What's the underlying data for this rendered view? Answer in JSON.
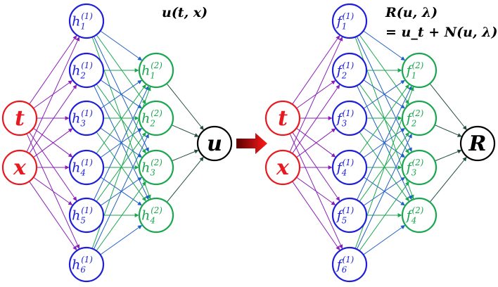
{
  "colors": {
    "input": "#e8191e",
    "hidden1": "#1f1fd9",
    "hidden2": "#1aa64f",
    "output": "#000000",
    "edge_in": "#8a1fb8",
    "edge_h": "#1f5fc4",
    "edge_h2": "#1aa64f",
    "edge_out": "#1f4f3a",
    "arrow_start": "#5a0000",
    "arrow_end": "#ff1a1a"
  },
  "left_network": {
    "equation": "u(t, x)",
    "inputs": [
      {
        "main": "t",
        "sub": "",
        "sup": ""
      },
      {
        "main": "x",
        "sub": "",
        "sup": ""
      }
    ],
    "hidden1": [
      {
        "main": "h",
        "sub": "1",
        "sup": "(1)"
      },
      {
        "main": "h",
        "sub": "2",
        "sup": "(1)"
      },
      {
        "main": "h",
        "sub": "3",
        "sup": "(1)"
      },
      {
        "main": "h",
        "sub": "4",
        "sup": "(1)"
      },
      {
        "main": "h",
        "sub": "5",
        "sup": "(1)"
      },
      {
        "main": "h",
        "sub": "6",
        "sup": "(1)"
      }
    ],
    "hidden2": [
      {
        "main": "h",
        "sub": "1",
        "sup": "(2)"
      },
      {
        "main": "h",
        "sub": "2",
        "sup": "(2)"
      },
      {
        "main": "h",
        "sub": "3",
        "sup": "(2)"
      },
      {
        "main": "h",
        "sub": "4",
        "sup": "(2)"
      }
    ],
    "output": {
      "main": "u",
      "sub": "",
      "sup": ""
    }
  },
  "right_network": {
    "equation_line1": "R(u, λ)",
    "equation_line2": "= u_t + N(u, λ)",
    "inputs": [
      {
        "main": "t",
        "sub": "",
        "sup": ""
      },
      {
        "main": "x",
        "sub": "",
        "sup": ""
      }
    ],
    "hidden1": [
      {
        "main": "f",
        "sub": "1",
        "sup": "(1)"
      },
      {
        "main": "f",
        "sub": "2",
        "sup": "(1)"
      },
      {
        "main": "f",
        "sub": "3",
        "sup": "(1)"
      },
      {
        "main": "f",
        "sub": "4",
        "sup": "(1)"
      },
      {
        "main": "f",
        "sub": "5",
        "sup": "(1)"
      },
      {
        "main": "f",
        "sub": "6",
        "sup": "(1)"
      }
    ],
    "hidden2": [
      {
        "main": "f",
        "sub": "1",
        "sup": "(2)"
      },
      {
        "main": "f",
        "sub": "2",
        "sup": "(2)"
      },
      {
        "main": "f",
        "sub": "3",
        "sup": "(2)"
      },
      {
        "main": "f",
        "sub": "4",
        "sup": "(2)"
      }
    ],
    "output": {
      "main": "R",
      "sub": "",
      "sup": ""
    }
  }
}
